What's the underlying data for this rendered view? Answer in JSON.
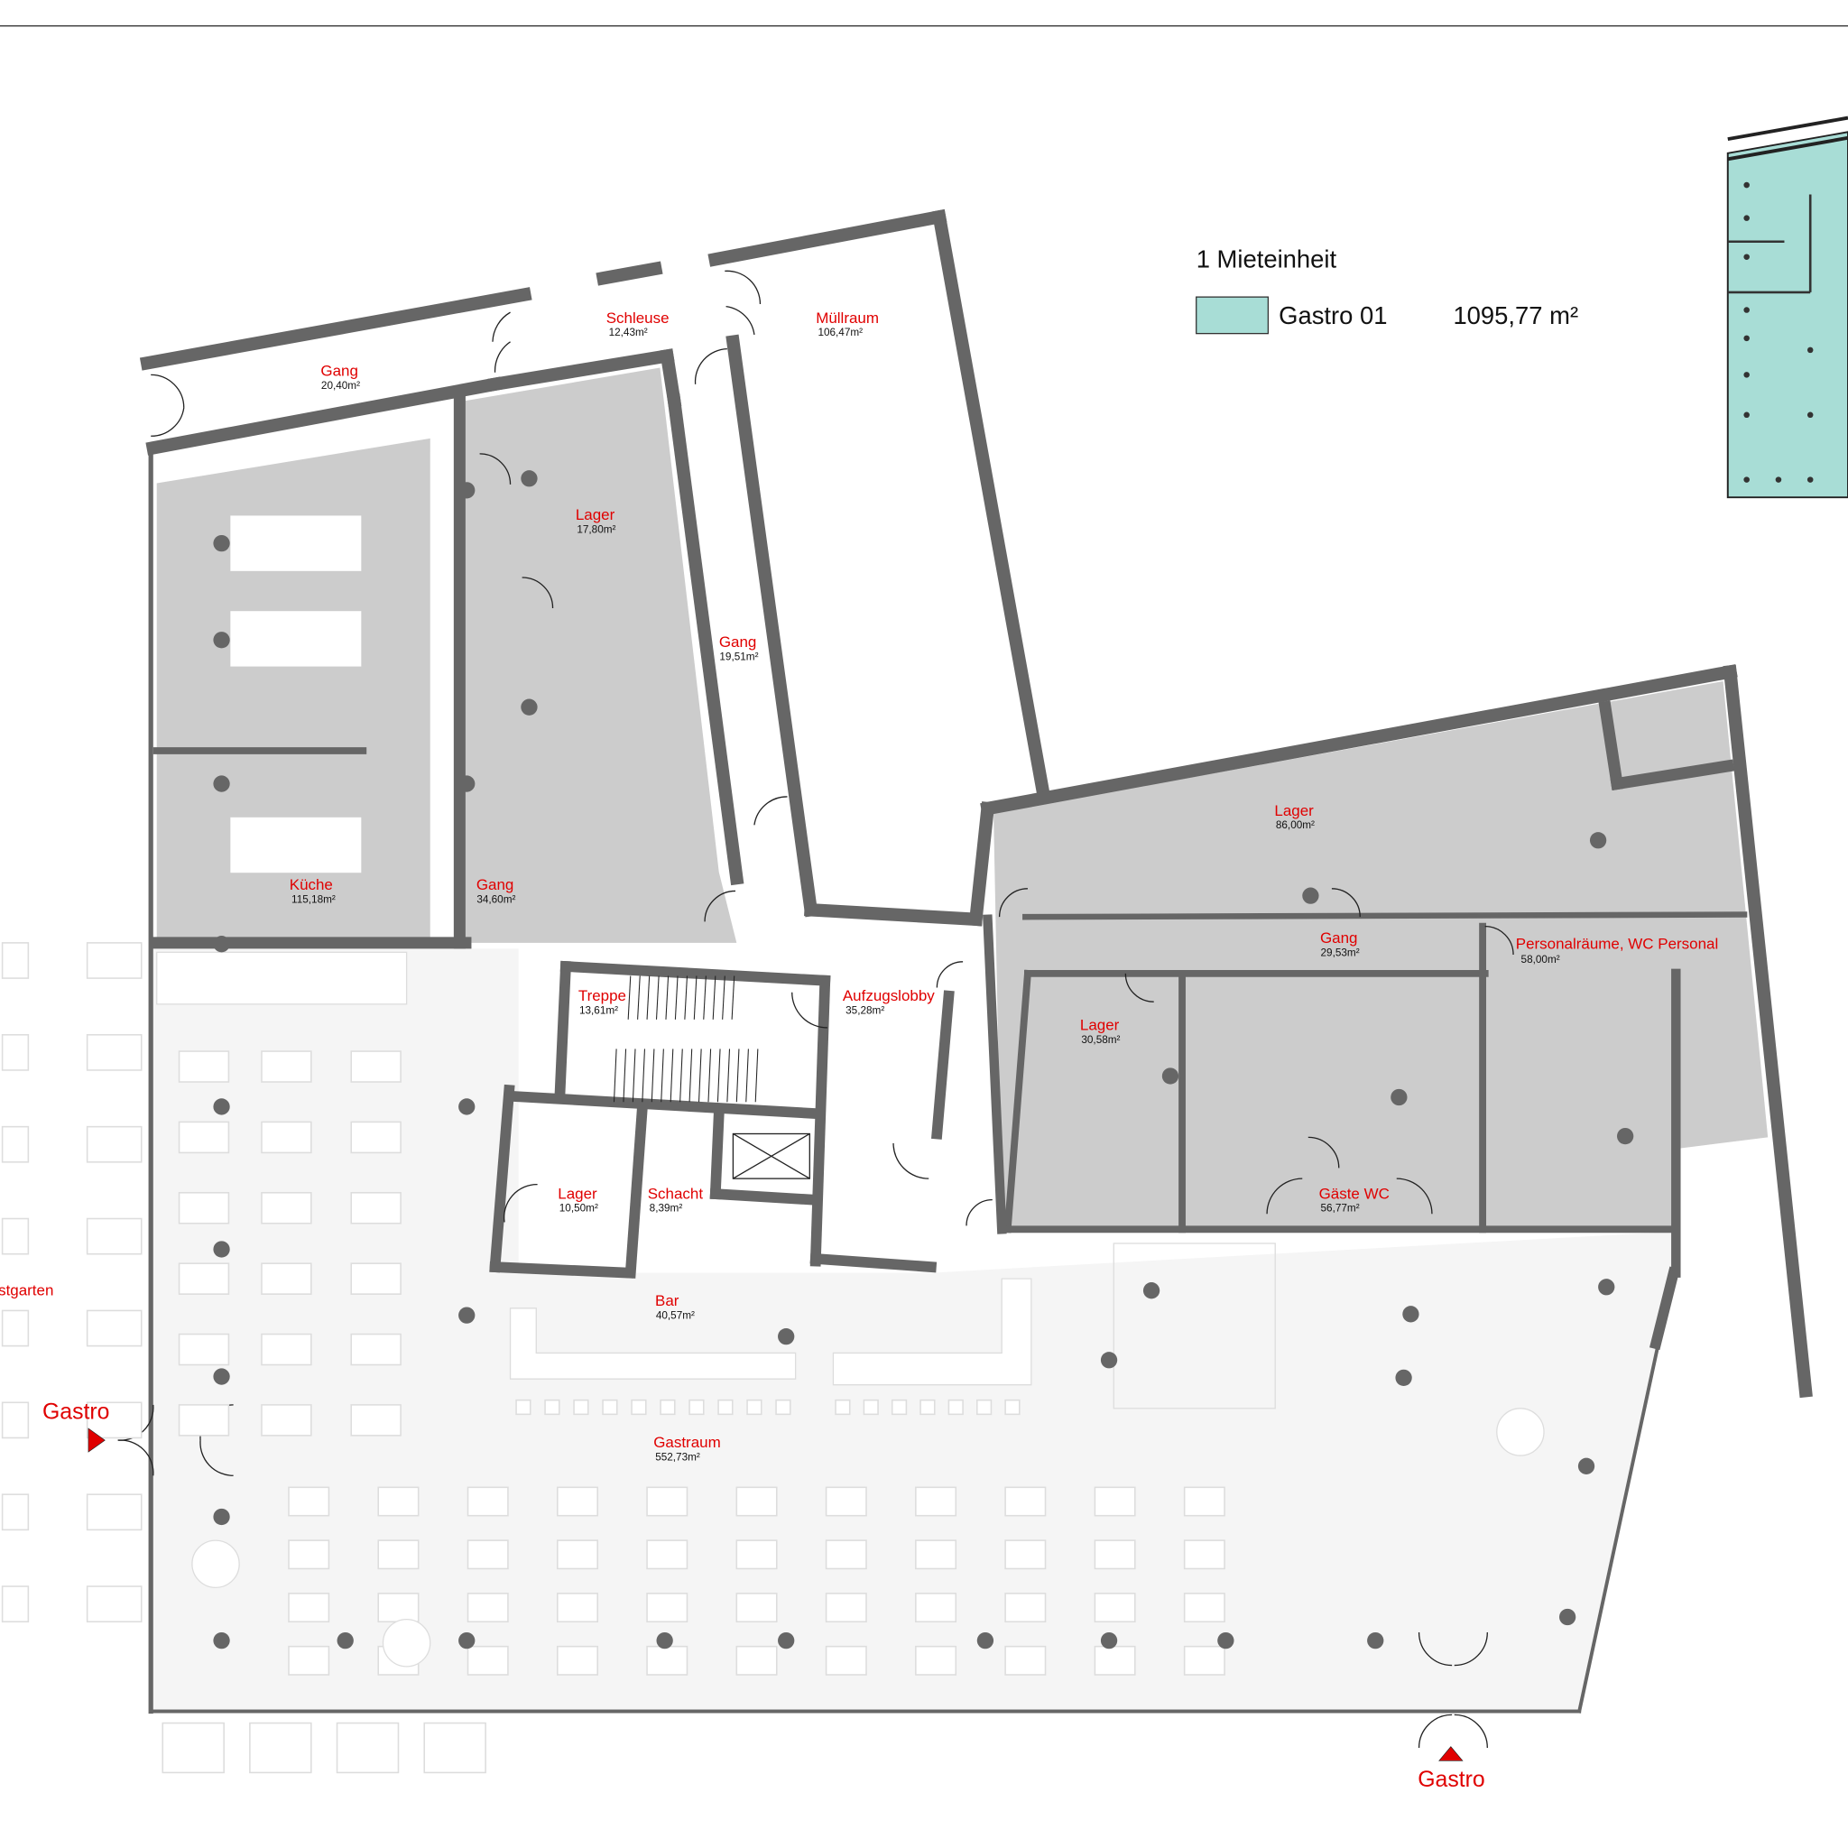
{
  "legend": {
    "title": "1 Mieteinheit",
    "unit_name": "Gastro 01",
    "unit_area": "1095,77 m²",
    "swatch_color": "#a8ddd6"
  },
  "colors": {
    "wall": "#666666",
    "service_fill": "#cccccc",
    "guest_fill": "#f5f5f5",
    "label": "#e00000"
  },
  "rooms": [
    {
      "name": "Gang",
      "area": "20,40m²"
    },
    {
      "name": "Schleuse",
      "area": "12,43m²"
    },
    {
      "name": "Müllraum",
      "area": "106,47m²"
    },
    {
      "name": "Lager",
      "area": "17,80m²"
    },
    {
      "name": "Gang",
      "area": "19,51m²"
    },
    {
      "name": "Küche",
      "area": "115,18m²"
    },
    {
      "name": "Gang",
      "area": "34,60m²"
    },
    {
      "name": "Treppe",
      "area": "13,61m²"
    },
    {
      "name": "Aufzugslobby",
      "area": "35,28m²"
    },
    {
      "name": "Lager",
      "area": "10,50m²"
    },
    {
      "name": "Schacht",
      "area": "8,39m²"
    },
    {
      "name": "Lager",
      "area": "86,00m²"
    },
    {
      "name": "Gang",
      "area": "29,53m²"
    },
    {
      "name": "Personalräume, WC Personal",
      "area": "58,00m²"
    },
    {
      "name": "Lager",
      "area": "30,58m²"
    },
    {
      "name": "Gäste WC",
      "area": "56,77m²"
    },
    {
      "name": "Bar",
      "area": "40,57m²"
    },
    {
      "name": "Gastraum",
      "area": "552,73m²"
    }
  ],
  "outdoor_label": "stgarten",
  "entrances": [
    {
      "label": "Gastro"
    },
    {
      "label": "Gastro"
    }
  ]
}
